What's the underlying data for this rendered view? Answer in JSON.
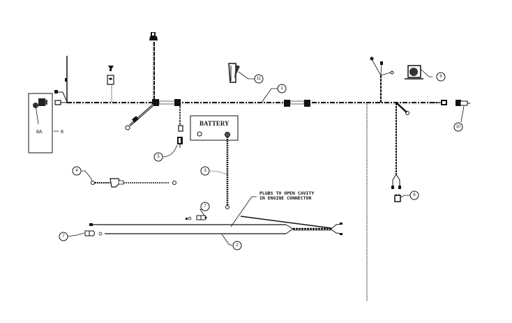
{
  "diagram": {
    "type": "wiring-harness-parts-diagram",
    "callouts": [
      {
        "id": "c1",
        "label": "1"
      },
      {
        "id": "c2",
        "label": "2"
      },
      {
        "id": "c3",
        "label": "3"
      },
      {
        "id": "c4",
        "label": "4"
      },
      {
        "id": "c5",
        "label": "5"
      },
      {
        "id": "c6",
        "label": "6"
      },
      {
        "id": "c7a",
        "label": "7"
      },
      {
        "id": "c7b",
        "label": "7"
      },
      {
        "id": "c9",
        "label": "9"
      },
      {
        "id": "c10",
        "label": "10"
      },
      {
        "id": "c11",
        "label": "11"
      }
    ],
    "labels": {
      "part8": "8",
      "part8a": "8A",
      "battery": "BATTERY",
      "note_line1": "PLUBS TO OPEN CAVITY",
      "note_line2": "IN ENGINE CONNECTOR"
    },
    "colors": {
      "ink": "#111111",
      "background": "#ffffff"
    }
  }
}
